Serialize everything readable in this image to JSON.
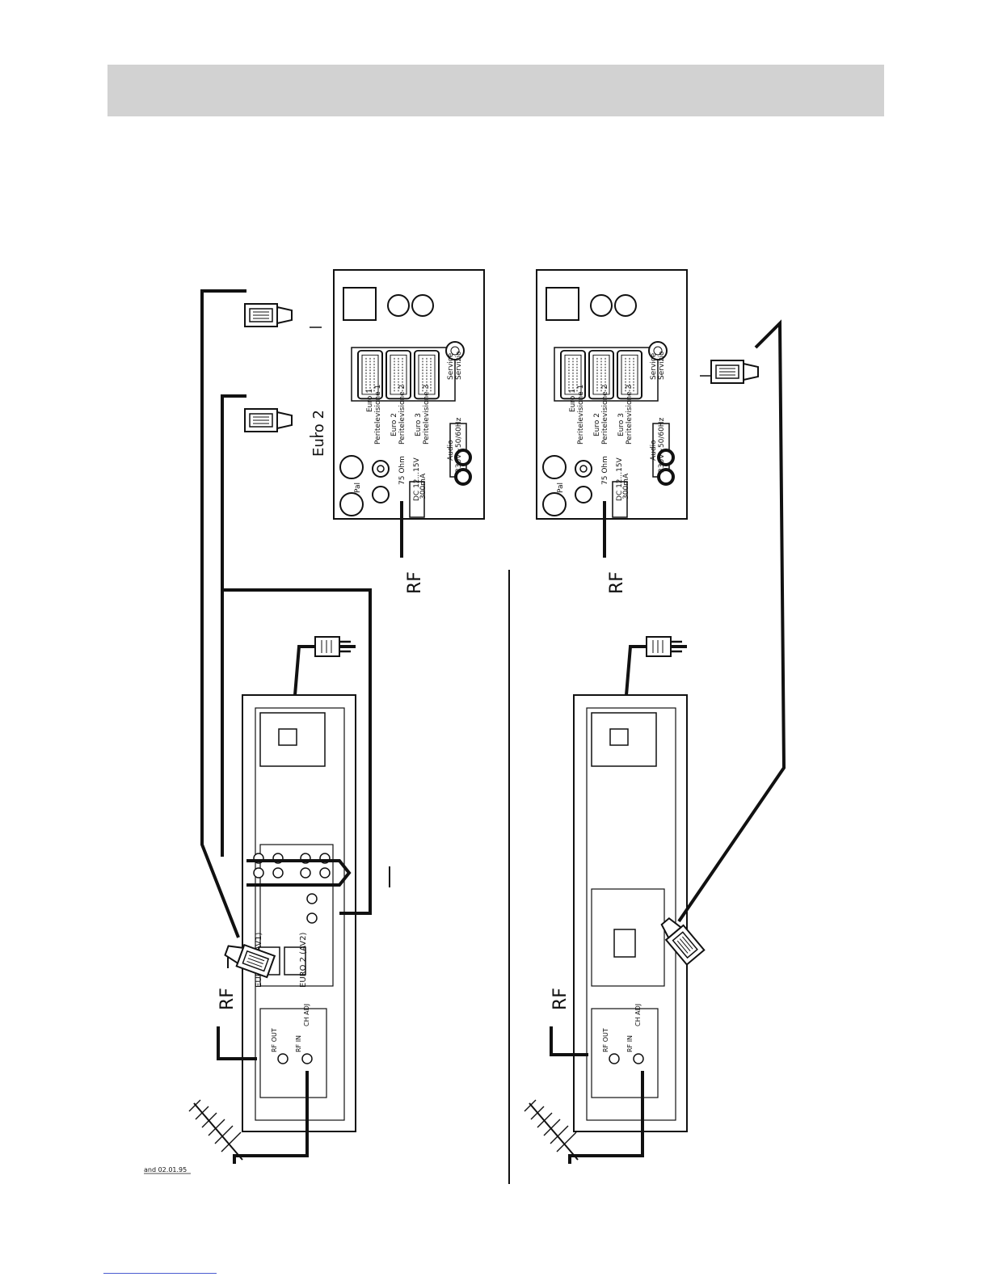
{
  "tv_panel": {
    "sockets": [
      "Euro 1",
      "Euro 2",
      "Euro 3"
    ],
    "socket_sub": [
      "Peritelevisione 1",
      "Peritelevisione 2",
      "Peritelevisione 3"
    ],
    "service": [
      "Service",
      "Servizio"
    ],
    "power_rating": "230V~50/60Hz",
    "dc_rating": [
      "DC 12...15V",
      "300mA"
    ],
    "antenna_impedance": "75 Ohm",
    "audio_label": "Audio",
    "pal_label": "Pal"
  },
  "left": {
    "cable_label": "Euro 2",
    "rf_label_tv": "RF",
    "rf_label_vcr": "RF",
    "vcr_euro1": "EURO 1 (AV1)",
    "vcr_euro2": "EURO 2 (AV2)",
    "rf_out": "RF OUT",
    "rf_in": "RF IN",
    "ch_adj": "CH ADJ"
  },
  "right": {
    "rf_label_tv": "RF",
    "rf_label_vcr": "RF",
    "rf_out": "RF OUT",
    "rf_in": "RF IN",
    "ch_adj": "CH ADJ"
  },
  "footnote": "and 02.01.95"
}
